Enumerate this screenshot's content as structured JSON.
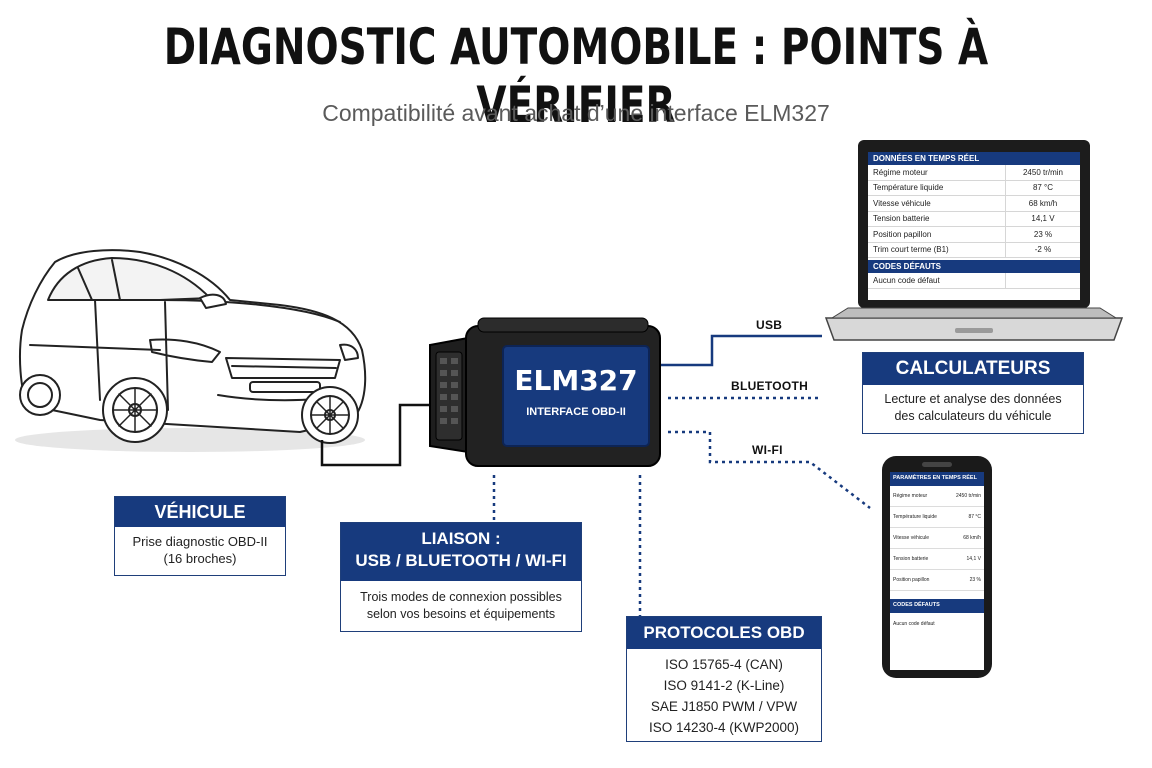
{
  "title": "DIAGNOSTIC AUTOMOBILE : POINTS À VÉRIFIER",
  "subtitle": "Compatibilité avant achat d’une interface ELM327",
  "adapter": {
    "name": "ELM327",
    "subtitle": "INTERFACE OBD-II"
  },
  "links": {
    "usb": "USB",
    "bluetooth": "BLUETOOTH",
    "wifi": "WI-FI"
  },
  "cards": {
    "vehicle": {
      "title": "VÉHICULE",
      "line1": "Prise diagnostic OBD-II",
      "line2": "(16 broches)"
    },
    "link": {
      "title1": "LIAISON :",
      "title2": "USB / BLUETOOTH / WI-FI",
      "line1": "Trois modes de connexion possibles",
      "line2": "selon vos besoins et équipements"
    },
    "protocols": {
      "title": "PROTOCOLES OBD",
      "items": [
        "ISO 15765-4 (CAN)",
        "ISO 9141-2 (K-Line)",
        "SAE J1850 PWM / VPW",
        "ISO 14230-4 (KWP2000)"
      ]
    },
    "ecu": {
      "title": "CALCULATEURS",
      "line1": "Lecture et analyse des données",
      "line2": "des calculateurs du véhicule"
    }
  },
  "laptop": {
    "header": "DONNÉES EN TEMPS RÉEL",
    "rows": [
      {
        "label": "Régime moteur",
        "value": "2450 tr/min"
      },
      {
        "label": "Température liquide",
        "value": "87 °C"
      },
      {
        "label": "Vitesse véhicule",
        "value": "68 km/h"
      },
      {
        "label": "Tension batterie",
        "value": "14,1 V"
      },
      {
        "label": "Position papillon",
        "value": "23 %"
      },
      {
        "label": "Trim court terme (B1)",
        "value": "-2 %"
      }
    ],
    "codes_header": "CODES DÉFAUTS",
    "codes_value": "Aucun code défaut"
  },
  "phone": {
    "header": "PARAMÈTRES EN TEMPS RÉEL",
    "rows": [
      {
        "label": "Régime moteur",
        "value": "2450 tr/min"
      },
      {
        "label": "Température liquide",
        "value": "87 °C"
      },
      {
        "label": "Vitesse véhicule",
        "value": "68 km/h"
      },
      {
        "label": "Tension batterie",
        "value": "14,1 V"
      },
      {
        "label": "Position papillon",
        "value": "23 %"
      }
    ],
    "codes_header": "CODES DÉFAUTS",
    "codes_value": "Aucun code défaut"
  },
  "colors": {
    "navy": "#173a7e",
    "dark": "#1b1b1b",
    "grey": "#5a5a5a"
  }
}
